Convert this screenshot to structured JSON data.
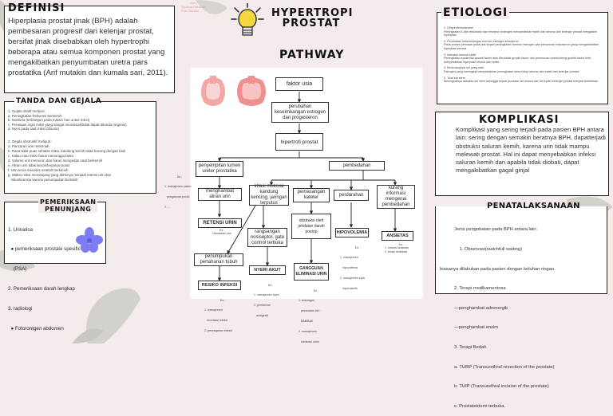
{
  "header": {
    "author_lines": [
      "oleh:",
      "1.",
      "Nadeya Rakshita",
      "2.",
      "Putri Andani"
    ],
    "main_title": [
      "HYPERTROPI",
      "PROSTAT"
    ],
    "pathway_label": "PATHWAY"
  },
  "definisi": {
    "title": "DEFINISI",
    "text": "Hiperplasia prostat jinak (BPH) adalah pembesaran progresif dari kelenjar prostat, bersifat jinak disebabkan oleh hypertrophi beberapa atau semua komponen prostat yang mengakibatkan penyumbatan uretra pars prostatika (Arif mutakin dan kumala sari, 2011)."
  },
  "tanda": {
    "title": "TANDA DAN GEJALA",
    "list1": [
      "1. Gejala iritatif meliputi :",
      "a. Peningkatan frekuensi berkemih",
      "b. Nokturia (terbangun pada malam hari untuk miksi)",
      "c. Perasaan ingin miksi yang sangat mendesak/tidak dapat ditunda (urgensi)",
      "d. Nyeri pada saat miksi (disuria)"
    ],
    "list2": [
      "2. Gejala obstruktif meliputi :",
      "a. Pancaran urin melemah",
      "b. Rasa tidak puas sehabis miksi, kandung kemih tidak kosong dengan baik",
      "c. Kalau mau miksi harus menunggu lama",
      "d. Volume urin menurun dan harus mengedan saat berkemih",
      "e. Aliran urin tidak lancar/terputus-putus",
      "f. Urin terus menetes setelah berkemih",
      "g. Waktu miksi memanjang yang akhirnya menjadi retensi urin dan",
      "   inkontinensia karena penumpukan berlebih."
    ]
  },
  "pemeriksaan": {
    "title": [
      "PEMERIKSAAN",
      "PENUNJANG"
    ],
    "items": [
      "1. Urinalisa",
      "  ● pemeriksaan prostate spesific antigen",
      "    (PSA)",
      "2. Pemeriksaan darah lengkap",
      "3. radiologi",
      "  ● Fotorontgen abdomen"
    ]
  },
  "etiologi": {
    "title": "ETIOLOGI",
    "items": [
      "1. Dihydrotestosterone",
      "Peningkatan 5 alfa reduktase dan reseptor androgen menyebabkan epitel dan stroma dari kelenjar prostat mengalami hiperplasi",
      "2. Perubahan keseimbangan hormon estrogen-testoteron",
      "Pada proses penuaan pada pria terjadi peningkatan hormon estrogen dan penurunan testosteron yang mengakibatkan hiperplasi stroma.",
      "3. Interaksi stroma-epitel",
      "Peningkatan epidermal growth factor atau fibroblast growth factor dan penurunan transforming growth factor beta menyebabkan hiperplasi stroma dan epitel.",
      "4. Berkurangnya sel yang mati",
      "Estrogen yang meningkat menyebabkan peningkatan lama hidup stroma dan epitel dari kelenjar prostat.",
      "5. Teori sel stem",
      "Meningkatnya aktivitas sel stem sehingga terjadi produksi sel stroma dan sel epitel kelenjar prostat menjadi berlebihan"
    ]
  },
  "komplikasi": {
    "title": "KOMPLIKASI",
    "text": "Komplikasi yang sering terjadi pada pasien BPH antara lain: sering dengan semakin beratnya BPH, dapatterjadi obstruksi saluran kemih, karena urin tidak mampu melewati prostat. Hal ini dapat menyebabkan infeksi saluran kemih dan apabila tidak diobati, dapat mengakibatkan  gagal ginjal"
  },
  "penatalaksanaan": {
    "title": "PENATALAKSANAAN",
    "items": [
      "Jenis pengobatan pada BPH antara lain:",
      "    1. Observasi(watchfull waiting)",
      "biasanya dilakukan pada pasien dengan keluhan ringan.",
      "2. Terapi medikamentosa",
      "—penghambat adrenergik",
      "—penghambat enzim",
      "3. Terapi Bedah",
      "a. TURP (Transurethral resection of the prostate)",
      "b. TUIP (Transurethral incision of the prostate)",
      "c. Prostatektomi terbuka."
    ]
  },
  "pathway": {
    "faktor": "faktor usia",
    "perubahan": "perubahan keseimbangan estrogen dan progesteron",
    "hipertrofi": "hipertrofi prostat",
    "penyempitan": "penyempitan lumen ureter prostatika",
    "pembedahan": "pembedahan",
    "menghambat": "menghambat aliran urin",
    "retensi": "RETENSI URIN",
    "retensi_dx": [
      "Dx :",
      "Hambatan urin"
    ],
    "iritasi": "iritasi mukosa kandung kencing, jaringan terputus",
    "pemasangan": "pemasangan kateter",
    "perdarahan": "perdarahan",
    "kurang": "kurang informasi mengenai pembedahan",
    "penumpukan": "penumpukan pertahanan tubuh",
    "risiko": "RESIKO INFEKSI",
    "risiko_dx": [
      "Dx :",
      "1. manajemen",
      "   imunisasi infeksi",
      "2. pencegahan infeksi"
    ],
    "rangsangan": "rangsangan nosiseptor, gate control terbuka",
    "nyeri": "NYERI AKUT",
    "nyeri_dx": [
      "Dx :",
      "1. manajemen nyeri",
      "2. pemberian",
      "   analgesik"
    ],
    "obstruksi": "obstruksi oleh jendalan darah postop",
    "gangguan": "GANGGUAN ELIMINASI URIN",
    "gangguan_dx": [
      "Dx :",
      "1. dukungan",
      "   perawatan diri :",
      "   BAB/BAK",
      "2. manajemen",
      "   eliminasi urine"
    ],
    "hipovolemia": "HIPOVOLEMIA",
    "hipovolemia_dx": [
      "Dx :",
      "1. manajemen",
      "   hipovolemia",
      "2. manajemen syok",
      "   hipovolemik"
    ],
    "ansietas": "ANSIETAS",
    "ansietas_dx": [
      "Dx :",
      "1. reduksi ansietas",
      "2. terapi relaksasi"
    ],
    "retensi_dx2": [
      "Dx :",
      "1. manajemen cairan",
      "   pengaturan posisi",
      "2. ..."
    ]
  },
  "colors": {
    "background": "#f3ecea",
    "accent": "#7c7cf5",
    "leaf": "#c8c6c0",
    "bulb": "#f5d742"
  }
}
